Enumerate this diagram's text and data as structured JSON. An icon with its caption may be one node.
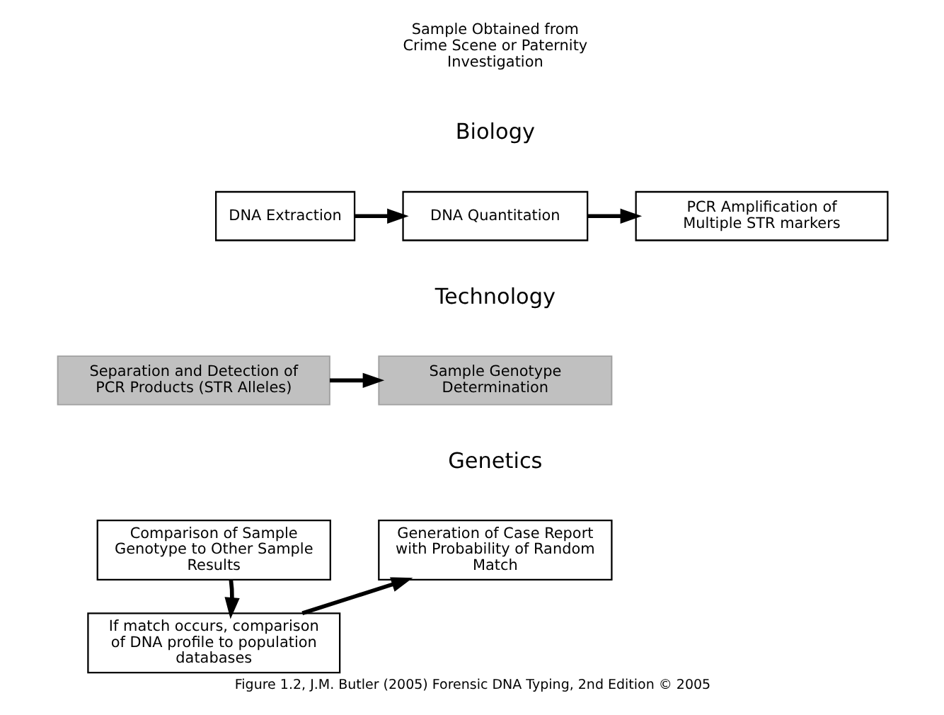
{
  "diagram": {
    "caption": "Figure 1.2, J.M. Butler (2005) Forensic DNA Typing, 2nd Edition © 2005",
    "nodes": [
      {
        "text": [
          "DNA Extraction"
        ]
      },
      {
        "text": [
          "DNA Quantitation"
        ]
      },
      {
        "text": [
          "PCR Amplification of Multiple STR markers"
        ]
      },
      {
        "text": [
          "Separation and Detection of PCR Products (STR Alleles)"
        ]
      },
      {
        "text": [
          "Sample Genotype Determination"
        ]
      },
      {
        "text": [
          "Comparison of Sample Genotype to Other Sample Results"
        ]
      },
      {
        "text": [
          "If match occurs, comparison of DNA profile to population databases"
        ]
      },
      {
        "text": [
          "Generation of Case Report with Probability of Random Match"
        ]
      }
    ],
    "edges": [
      {
        "from": 0,
        "to": 1,
        "arrow": "to"
      },
      {
        "from": 1,
        "to": 2,
        "arrow": "to"
      },
      {
        "from": 3,
        "to": 4,
        "arrow": "to"
      },
      {
        "from": 5,
        "to": 6,
        "arrow": "to"
      },
      {
        "from": 6,
        "to": 7,
        "arrow": "to"
      }
    ],
    "labels": [
      "Sample Obtained from Crime Scene or Paternity Investigation",
      "Biology",
      "Technology",
      "Genetics"
    ]
  }
}
